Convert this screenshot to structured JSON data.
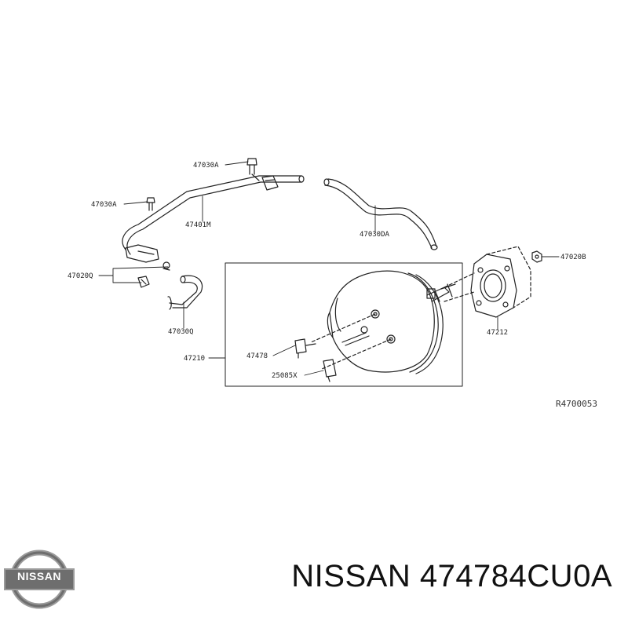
{
  "parts": {
    "p47030A_top": "47030A",
    "p47030A_left": "47030A",
    "p47401M": "47401M",
    "p47030DA": "47030DA",
    "p47020Q": "47020Q",
    "p47030Q": "47030Q",
    "p47210": "47210",
    "p47478": "47478",
    "p25085X": "25085X",
    "p47020B": "47020B",
    "p47212": "47212"
  },
  "reference": "R4700053",
  "brand": {
    "logo_text": "NISSAN",
    "caption": "NISSAN 474784CU0A"
  },
  "colors": {
    "line": "#222222",
    "logo": "#6e6e6e",
    "logo_ring": "#9a9a9a"
  },
  "icons": [
    "nissan-logo-icon"
  ]
}
